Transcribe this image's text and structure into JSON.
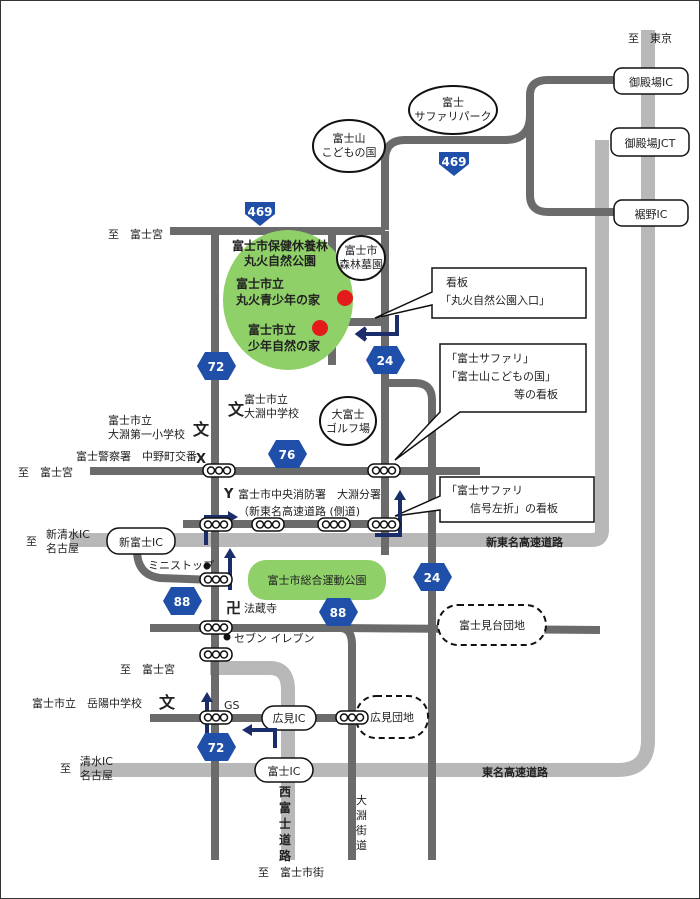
{
  "colors": {
    "road_dark": "#6b6b6b",
    "road_light": "#b8b8b8",
    "park_green": "#8fd068",
    "shield_blue": "#1f4fa8",
    "arrow_navy": "#1b2d6b",
    "marker_red": "#e31b1b",
    "signal_fill": "#ffffff"
  },
  "directions": {
    "tokyo": "至　東京",
    "fujinomiya_top": "至　富士宮",
    "fujinomiya_mid": "至　富士宮",
    "fujinomiya_low": "至　富士宮",
    "shimizu_ic": "清水IC",
    "nagoya_low": "名古屋",
    "shin_shimizu_ic": "新清水IC",
    "nagoya_mid": "名古屋",
    "itaru_mid": "至",
    "itaru_low": "至",
    "fuji_shigai": "至　富士市街"
  },
  "interchanges": {
    "gotemba_ic": "御殿場IC",
    "gotemba_jct": "御殿場JCT",
    "susono_ic": "裾野IC",
    "shin_fuji_ic": "新富士IC",
    "hiromi_ic": "広見IC",
    "fuji_ic": "富士IC"
  },
  "expressways": {
    "shin_tomei": "新東名高速道路",
    "tomei": "東名高速道路",
    "shin_tomei_side": "（新東名高速道路 (側道)"
  },
  "route_shields": {
    "r469_top": "469",
    "r469_right": "469",
    "r72_mid": "72",
    "r72_low": "72",
    "r76": "76",
    "r24_top": "24",
    "r24_low": "24",
    "r88_left": "88",
    "r88_mid": "88"
  },
  "bubbles": {
    "fuji_safari_park": [
      "富士",
      "サファリパーク"
    ],
    "fujisan_kodomo": [
      "富士山",
      "こどもの国"
    ],
    "shinrin_bochi": [
      "富士市",
      "森林墓園"
    ],
    "ofuji_golf": [
      "大富士",
      "ゴルフ場"
    ],
    "fujimidai_danchi": "富士見台団地",
    "hiromi_danchi": "広見団地"
  },
  "callouts": {
    "sign_park_entrance": [
      "看板",
      "「丸火自然公園入口」"
    ],
    "sign_safari": [
      "「富士サファリ」",
      "「富士山こどもの国」",
      "等の看板"
    ],
    "sign_safari_left": [
      "「富士サファリ",
      "信号左折」の看板"
    ]
  },
  "places": {
    "hokenkyuyourin": [
      "富士市保健休養林",
      "丸火自然公園"
    ],
    "maruhi_seishonen": [
      "富士市立",
      "丸火青少年の家"
    ],
    "shonen_shizen": [
      "富士市立",
      "少年自然の家"
    ],
    "obuchi_jhs": [
      "富士市立",
      "大淵中学校"
    ],
    "obuchi_es": [
      "富士市立",
      "大淵第一小学校"
    ],
    "police": "富士警察署　中野町交番",
    "fire_station": "富士市中央消防署　大淵分署",
    "sports_park": "富士市総合運動公園",
    "ministop": "ミニストップ",
    "hozoji": "法蔵寺",
    "seven_eleven": "セブン イレブン",
    "gakuyo_jhs": "富士市立　岳陽中学校",
    "gs": "GS",
    "nishi_fuji_road": "西富士道路",
    "obuchi_kaido": "大淵街道"
  },
  "symbols": {
    "school": "文",
    "police_box": "X",
    "fire": "Y",
    "temple": "卍"
  }
}
